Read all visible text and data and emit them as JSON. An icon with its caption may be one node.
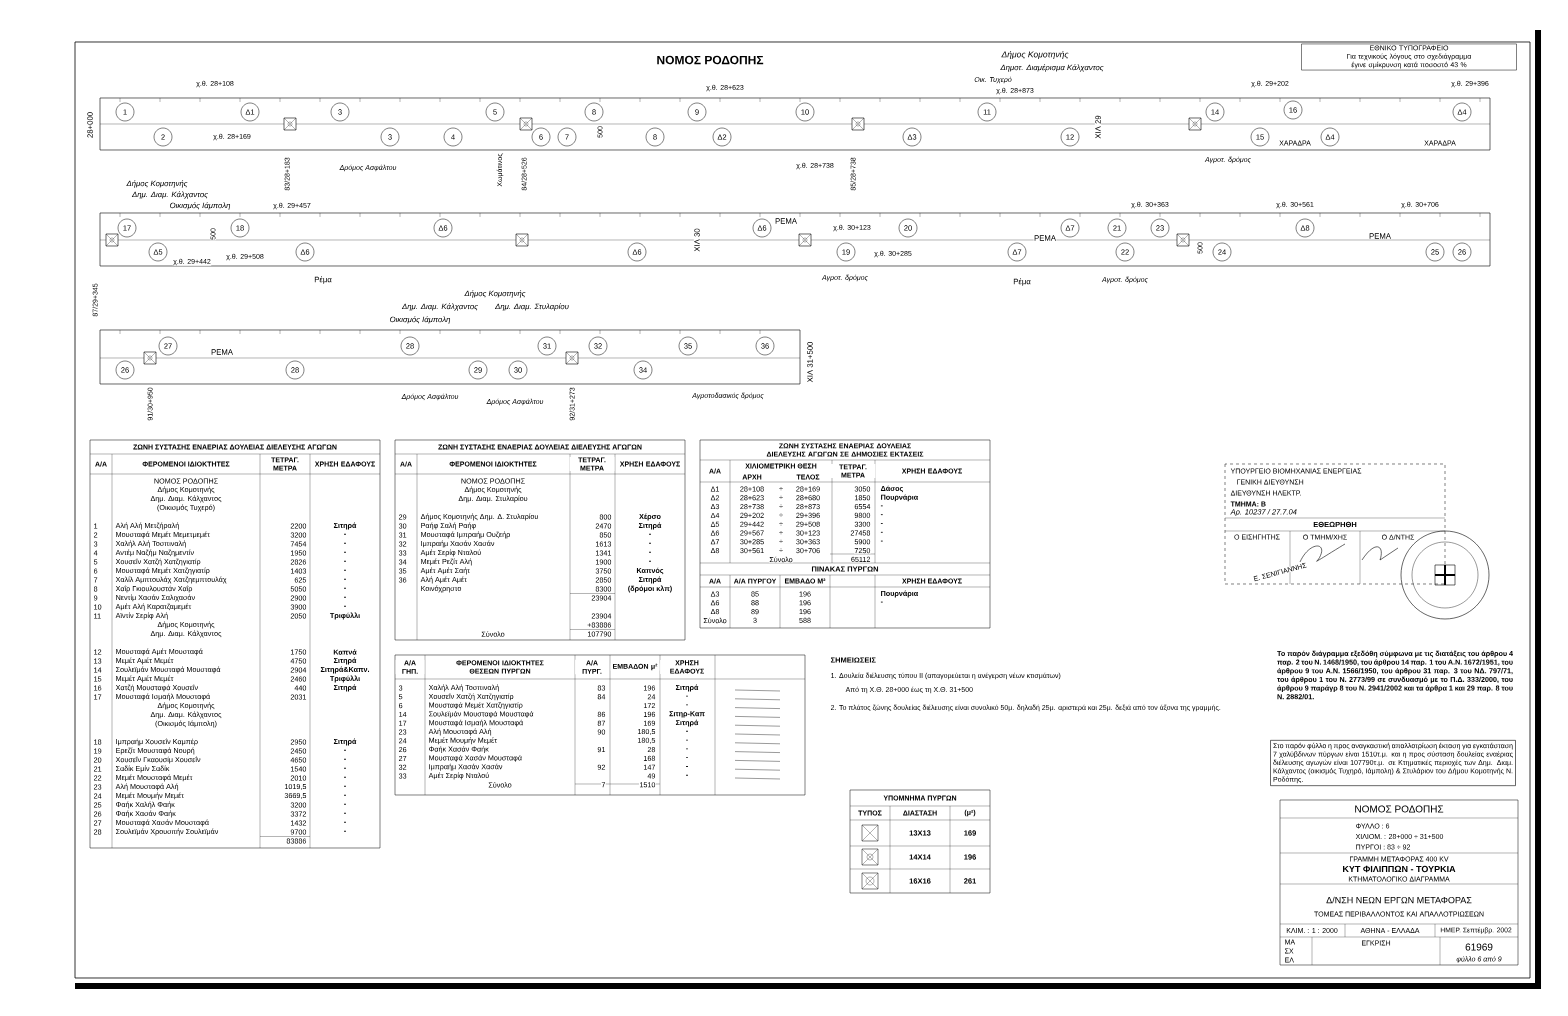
{
  "diagram": {
    "nodes": [
      {
        "text": [
          "1"
        ]
      },
      {
        "text": [
          "2"
        ]
      },
      {
        "text": [
          "Δ1"
        ]
      },
      {
        "text": [
          "3"
        ]
      },
      {
        "text": [
          "3"
        ]
      },
      {
        "text": [
          "4"
        ]
      },
      {
        "text": [
          "5"
        ]
      },
      {
        "text": [
          "6"
        ]
      },
      {
        "text": [
          "7"
        ]
      },
      {
        "text": [
          "8"
        ]
      },
      {
        "text": [
          "8"
        ]
      },
      {
        "text": [
          "9"
        ]
      },
      {
        "text": [
          "Δ2"
        ]
      },
      {
        "text": [
          "10"
        ]
      },
      {
        "text": [
          "Δ3"
        ]
      },
      {
        "text": [
          "11"
        ]
      },
      {
        "text": [
          "12"
        ]
      },
      {
        "text": [
          "14"
        ]
      },
      {
        "text": [
          "15"
        ]
      },
      {
        "text": [
          "16"
        ]
      },
      {
        "text": [
          "Δ4"
        ]
      },
      {
        "text": [
          "Δ4"
        ]
      },
      {
        "text": [
          "17"
        ]
      },
      {
        "text": [
          "Δ5"
        ]
      },
      {
        "text": [
          "18"
        ]
      },
      {
        "text": [
          "Δ6"
        ]
      },
      {
        "text": [
          "Δ6"
        ]
      },
      {
        "text": [
          "Δ6"
        ]
      },
      {
        "text": [
          "Δ6"
        ]
      },
      {
        "text": [
          "19"
        ]
      },
      {
        "text": [
          "20"
        ]
      },
      {
        "text": [
          "Δ7"
        ]
      },
      {
        "text": [
          "Δ7"
        ]
      },
      {
        "text": [
          "21"
        ]
      },
      {
        "text": [
          "22"
        ]
      },
      {
        "text": [
          "23"
        ]
      },
      {
        "text": [
          "24"
        ]
      },
      {
        "text": [
          "Δ8"
        ]
      },
      {
        "text": [
          "25"
        ]
      },
      {
        "text": [
          "26"
        ]
      },
      {
        "text": [
          "26"
        ]
      },
      {
        "text": [
          "27"
        ]
      },
      {
        "text": [
          "28"
        ]
      },
      {
        "text": [
          "28"
        ]
      },
      {
        "text": [
          "29"
        ]
      },
      {
        "text": [
          "30"
        ]
      },
      {
        "text": [
          "31"
        ]
      },
      {
        "text": [
          "32"
        ]
      },
      {
        "text": [
          "34"
        ]
      },
      {
        "text": [
          "35"
        ]
      },
      {
        "text": [
          "36"
        ]
      },
      {
        "text": [
          "ΕΘΝΙΚΟ ΤΥΠΟΓΡΑΦΕΙΟ",
          "Για τεχνικούς λόγους στο σχεδιάγραμμα έγινε σμίκρυνση κατά ποσοστό 43 %"
        ]
      },
      {
        "text": [
          "Στο παρόν φύλλο η προς αναγκαστική απαλλοτρίωση έκταση για εγκατάσταση 7 χαλύβδινων πύργων είναι 1510τ.μ. και η προς σύσταση δουλείας εναέριας διέλευσης αγωγών είναι 107790τ.μ. σε Κτηματικές περιοχές των Δημ. Διαμ. Κάλχαντος (οικισμός Τυχηρό, Ιάμπολη) & Στυλάριον του Δήμου Κομοτηνής Ν. Ροδόπης."
        ]
      }
    ],
    "labels": [
      "ΝΟΜΟΣ ΡΟΔΟΠΗΣ",
      "Δήμος Κομοτηνής",
      "Δημοτ. Διαμέρισμα Κάλχαντος",
      "Οικ. Τυχερό",
      "28+000",
      "χ.θ. 28+108",
      "χ.θ. 28+169",
      "83/28+183",
      "Δρόμος Ασφάλτου",
      "Χωμάτινος",
      "84/28+526",
      "500",
      "χ.θ. 28+623",
      "χ.θ. 28+738",
      "85/28+738",
      "χ.θ. 28+873",
      "ΧΙΛ 29",
      "χ.θ. 29+202",
      "χ.θ. 29+396",
      "Αγροτ. δρόμος",
      "ΧΑΡΑΔΡΑ",
      "ΧΑΡΑΔΡΑ",
      "Δήμος Κομοτηνής",
      "Δημ. Διαμ. Κάλχαντος",
      "Οικισμός Ιάμπολη",
      "χ.θ. 29+457",
      "χ.θ. 29+442",
      "500",
      "χ.θ. 29+508",
      "87/29+345",
      "Ρέμα",
      "ΧΙΛ 30",
      "ΡΕΜΑ",
      "χ.θ. 30+123",
      "Αγροτ. δρόμος",
      "χ.θ. 30+285",
      "ΡΕΜΑ",
      "Ρέμα",
      "χ.θ. 30+363",
      "Αγροτ. δρόμος",
      "500",
      "χ.θ. 30+561",
      "ΡΕΜΑ",
      "χ.θ. 30+706",
      "Δήμος Κομοτηνής",
      "Δημ. Διαμ. Κάλχαντος",
      "Δημ. Διαμ. Στυλαρίου",
      "Οικισμός Ιάμπολη",
      "ΡΕΜΑ",
      "91/30+950",
      "92/31+273",
      "Δρόμος Ασφάλτου",
      "Δρόμος Ασφάλτου",
      "Αγροτοδασικός δρόμος",
      "ΧΙΛ 31+500",
      "ΖΩΝΗ ΣΥΣΤΑΣΗΣ ΕΝΑΕΡΙΑΣ ΔΟΥΛΕΙΑΣ ΔΙΕΛΕΥΣΗΣ ΑΓΩΓΩΝ",
      "Α/Α",
      "ΦΕΡΟΜΕΝΟΙ ΙΔΙΟΚΤΗΤΕΣ",
      "ΤΕΤΡΑΓ. ΜΕΤΡΑ",
      "ΧΡΗΣΗ ΕΔΑΦΟΥΣ",
      "ΝΟΜΟΣ ΡΟΔΟΠΗΣ",
      "Δήμος Κομοτηνής",
      "Δημ. Διαμ. Κάλχαντος",
      "(Οικισμός Τυχερό)",
      "1",
      "Αλή Αλή Μετζήραλή",
      "2200",
      "Σιτηρά",
      "2",
      "Μουσταφά Μεμέτ Μεμετμεμέτ",
      "3200",
      "-",
      "3",
      "Χαλήλ Αλή Τοσπιναλή",
      "7454",
      "-",
      "4",
      "Αντέμ Ναζήμ Ναζημεντίν",
      "1950",
      "-",
      "5",
      "Χουσεΐν Χατζή Χατζηγιατίρ",
      "2826",
      "-",
      "6",
      "Μουσταφά Μεμέτ Χατζηγιατίρ",
      "1403",
      "-",
      "7",
      "Χαλίλ Αμπτουλάχ Χατζηεμπτουλάχ",
      "625",
      "-",
      "8",
      "Χαΐρ Γκιουλουστάν Χαΐρ",
      "5050",
      "-",
      "9",
      "Νεντίμ Χασάν Σαλιχασάν",
      "2900",
      "-",
      "10",
      "Αμέτ Αλή Καρατζαμεμέτ",
      "3900",
      "-",
      "11",
      "Αϊντίν Σερίφ Αλή",
      "2050",
      "Τριφύλλι",
      "Δήμος Κομοτηνής",
      "Δημ. Διαμ. Κάλχαντος",
      "12",
      "Μουσταφά Αμέτ Μουσταφά",
      "1750",
      "Καπνά",
      "13",
      "Μεμέτ Αμέτ Μεμέτ",
      "4750",
      "Σιτηρά",
      "14",
      "Σουλεϊμάν Μουσταφά Μουσταφά",
      "2904",
      "Σιτηρά&Καπν.",
      "15",
      "Μεμέτ Αμέτ Μεμέτ",
      "2460",
      "Τριφύλλι",
      "16",
      "Χατζή Μουσταφά Χουσεΐν",
      "440",
      "Σιτηρά",
      "17",
      "Μουσταφά Ισμαήλ Μουσταφά",
      "2031",
      "Δήμος Κομοτηνής",
      "Δημ. Διαμ. Κάλχαντος",
      "(Οικισμός Ιάμπολη)",
      "18",
      "Ιμπραήμ Χουσεΐν Καμπέρ",
      "2950",
      "Σιτηρά",
      "19",
      "Ερεζίτ Μουσταφά Νουρή",
      "2450",
      "-",
      "20",
      "Χουσεΐν Γκαουσίμ Χουσεΐν",
      "4650",
      "-",
      "21",
      "Σαδίκ Εμίν Σαδίκ",
      "1540",
      "-",
      "22",
      "Μεμέτ Μουσταφά Μεμέτ",
      "2010",
      "-",
      "23",
      "Αλή Μουσταφά Αλή",
      "1019,5",
      "-",
      "24",
      "Μεμέτ Μουμήν Μεμέτ",
      "3669,5",
      "-",
      "25",
      "Φαήκ Χαλήλ Φαήκ",
      "3200",
      "-",
      "26",
      "Φαήκ Χασάν Φαήκ",
      "3372",
      "-",
      "27",
      "Μουσταφά Χασάν Μουσταφά",
      "1432",
      "-",
      "28",
      "Σουλεϊμάν Χρουσιτήν Σουλεϊμάν",
      "9700",
      "-",
      "83886",
      "ΖΩΝΗ ΣΥΣΤΑΣΗΣ ΕΝΑΕΡΙΑΣ ΔΟΥΛΕΙΑΣ ΔΙΕΛΕΥΣΗΣ ΑΓΩΓΩΝ",
      "Α/Α",
      "ΦΕΡΟΜΕΝΟΙ ΙΔΙΟΚΤΗΤΕΣ",
      "ΤΕΤΡΑΓ. ΜΕΤΡΑ",
      "ΧΡΗΣΗ ΕΔΑΦΟΥΣ",
      "ΝΟΜΟΣ ΡΟΔΟΠΗΣ",
      "Δήμος Κομοτηνής",
      "Δημ. Διαμ. Στυλαρίου",
      "29",
      "Δήμος Κομοτηνής Δημ. Δ. Στυλαρίου",
      "800",
      "Χέρσο",
      "30",
      "Ραήφ Σαλή Ραήφ",
      "2470",
      "Σιτηρά",
      "31",
      "Μουσταφά Ιμπραήμ Ουζεήρ",
      "850",
      "-",
      "32",
      "Ιμπραήμ Χασάν Χασάν",
      "1613",
      "-",
      "33",
      "Αμέτ Σερίφ Νταλού",
      "1341",
      "-",
      "34",
      "Μεμέτ Ρεζίτ Αλή",
      "1900",
      "-",
      "35",
      "Αμέτ Αμέτ Σαήτ",
      "3750",
      "Καπνός",
      "36",
      "Αλή Αμέτ Αμέτ",
      "2850",
      "Σιτηρά",
      "Κοινόχρηστο",
      "8300",
      "(δρόμοι κλπ)",
      "23904",
      "23904",
      "+83886",
      "Σύνολο",
      "107790",
      "Α/Α ΓΗΠ.",
      "ΦΕΡΟΜΕΝΟΙ ΙΔΙΟΚΤΗΤΕΣ ΘΕΣΕΩΝ ΠΥΡΓΩΝ",
      "Α/Α ΠΥΡΓ.",
      "ΕΜΒΑΔΟΝ μ²",
      "ΧΡΗΣΗ ΕΔΑΦΟΥΣ",
      "3",
      "Χαλήλ Αλή Τοσπιναλή",
      "83",
      "196",
      "Σιτηρά",
      "5",
      "Χουσεΐν Χατζή Χατζηγιατίρ",
      "84",
      "24",
      "-",
      "6",
      "Μουσταφά Μεμέτ Χατζηγιατίρ",
      "172",
      "-",
      "14",
      "Σουλεϊμάν Μουσταφά Μουσταφά",
      "86",
      "196",
      "Σιτηρ-Καπ",
      "17",
      "Μουσταφά Ισμαήλ Μουσταφά",
      "87",
      "169",
      "Σιτηρά",
      "23",
      "Αλή Μουσταφά Αλή",
      "90",
      "180,5",
      "-",
      "24",
      "Μεμέτ Μουμήν Μεμέτ",
      "180,5",
      "-",
      "26",
      "Φαήκ Χασάν Φαήκ",
      "91",
      "28",
      "-",
      "27",
      "Μουσταφά Χασάν Μουσταφά",
      "168",
      "-",
      "32",
      "Ιμπραήμ Χασάν Χασάν",
      "92",
      "147",
      "-",
      "33",
      "Αμέτ Σερίφ Νταλού",
      "49",
      "-",
      "Σύνολο",
      "7",
      "1510",
      "ΖΩΝΗ ΣΥΣΤΑΣΗΣ ΕΝΑΕΡΙΑΣ ΔΟΥΛΕΙΑΣ ΔΙΕΛΕΥΣΗΣ ΑΓΩΓΩΝ ΣΕ ΔΗΜΟΣΙΕΣ ΕΚΤΑΣΕΙΣ",
      "Α/Α",
      "ΧΙΛΙΟΜΕΤΡΙΚΗ ΘΕΣΗ",
      "ΑΡΧΗ",
      "ΤΕΛΟΣ",
      "ΤΕΤΡΑΓ. ΜΕΤΡΑ",
      "ΧΡΗΣΗ ΕΔΑΦΟΥΣ",
      "Δ1",
      "28+108",
      "÷",
      "28+169",
      "3050",
      "Δάσος",
      "Δ2",
      "28+623",
      "÷",
      "28+680",
      "1850",
      "Πουρνάρια",
      "Δ3",
      "28+738",
      "÷",
      "28+873",
      "6554",
      "-",
      "Δ4",
      "29+202",
      "÷",
      "29+396",
      "9800",
      "-",
      "Δ5",
      "29+442",
      "÷",
      "29+508",
      "3300",
      "-",
      "Δ6",
      "29+567",
      "÷",
      "30+123",
      "27458",
      "-",
      "Δ7",
      "30+285",
      "÷",
      "30+363",
      "5900",
      "-",
      "Δ8",
      "30+561",
      "÷",
      "30+706",
      "7250",
      "Σύνολο",
      "65112",
      "ΠΙΝΑΚΑΣ ΠΥΡΓΩΝ",
      "Α/Α",
      "Α/Α ΠΥΡΓΟΥ",
      "ΕΜΒΑΔΟ Μ²",
      "ΧΡΗΣΗ ΕΔΑΦΟΥΣ",
      "Δ3",
      "85",
      "196",
      "Πουρνάρια",
      "Δ6",
      "88",
      "196",
      "-",
      "Δ8",
      "89",
      "196",
      "Σύνολο",
      "3",
      "588",
      "ΣΗΜΕΙΩΣΕΙΣ",
      "1. Δουλεία διέλευσης τύπου ΙΙ (απαγορεύεται η ανέγερση νέων κτισμάτων)",
      "Από τη Χ.Θ. 28+000 έως τη Χ.Θ. 31+500",
      "2. Το πλάτος ζώνης δουλείας διέλευσης είναι συνολικό 50μ. δηλαδή 25μ. αριστερά και 25μ. δεξιά από τον άξονα της γραμμής.",
      "Το παρόν διάγραμμα εξεδόθη σύμφωνα με τις διατάξεις του άρθρου 4 παρ. 2 του Ν. 1468/1950, του άρθρου 14 παρ. 1 του Α.Ν. 1672/1951, του άρθρου 9 του Α.Ν. 1566/1950, του άρθρου 31 παρ. 3 του ΝΔ. 797/71, του άρθρου 1 του Ν. 2773/99 σε συνδυασμό με το Π.Δ. 333/2000, του άρθρου 9 παράγρ 8 του Ν. 2941/2002 και τα άρθρα 1 και 29 παρ. 8 του Ν. 2882/01.",
      "ΥΠΟΥΡΓΕΙΟ ΒΙΟΜΗΧΑΝΙΑΣ ΕΝΕΡΓΕΙΑΣ",
      "ΓΕΝΙΚΗ ΔΙΕΥΘΥΝΣΗ",
      "ΔΙΕΥΘΥΝΣΗ ΗΛΕΚΤΡ.",
      "ΤΜΗΜΑ: Β",
      "Αρ. 10237 / 27.7.04",
      "ΕΘΕΩΡΗΘΗ",
      "Ο ΕΙΣΗΓΗΤΗΣ",
      "Ο ΤΜΗΜ/ΧΗΣ",
      "Ο Δ/ΝΤΗΣ",
      "Ε. ΣΕΝΙΓΙΑΝΝΗΣ",
      "ΥΠΟΜΝΗΜΑ ΠΥΡΓΩΝ",
      "ΤΥΠΟΣ",
      "ΔΙΑΣΤΑΣΗ",
      "(μ²)",
      "13Χ13",
      "169",
      "14Χ14",
      "196",
      "16Χ16",
      "261",
      "ΝΟΜΟΣ ΡΟΔΟΠΗΣ",
      "ΦΥΛΛΟ : 6",
      "ΧΙΛΙΟΜ. : 28+000 ÷ 31+500",
      "ΠΥΡΓΟΙ : 83 ÷ 92",
      "ΓΡΑΜΜΗ ΜΕΤΑΦΟΡΑΣ 400 KV",
      "ΚΥΤ ΦΙΛΙΠΠΩΝ - ΤΟΥΡΚΙΑ",
      "ΚΤΗΜΑΤΟΛΟΓΙΚΟ ΔΙΑΓΡΑΜΜΑ",
      "Δ/ΝΣΗ ΝΕΩΝ ΕΡΓΩΝ ΜΕΤΑΦΟΡΑΣ",
      "ΤΟΜΕΑΣ ΠΕΡΙΒΑΛΛΟΝΤΟΣ ΚΑΙ ΑΠΑΛΛΟΤΡΙΩΣΕΩΝ",
      "ΚΛΙΜ. : 1 : 2000",
      "ΑΘΗΝΑ - ΕΛΛΑΔΑ",
      "ΗΜΕΡ. Σεπτέμβρ. 2002",
      "ΜΑ",
      "ΣΧ",
      "ΕΛ",
      "ΕΓΚΡΙΣΗ",
      "61969",
      "φύλλο 6 από 9"
    ]
  }
}
